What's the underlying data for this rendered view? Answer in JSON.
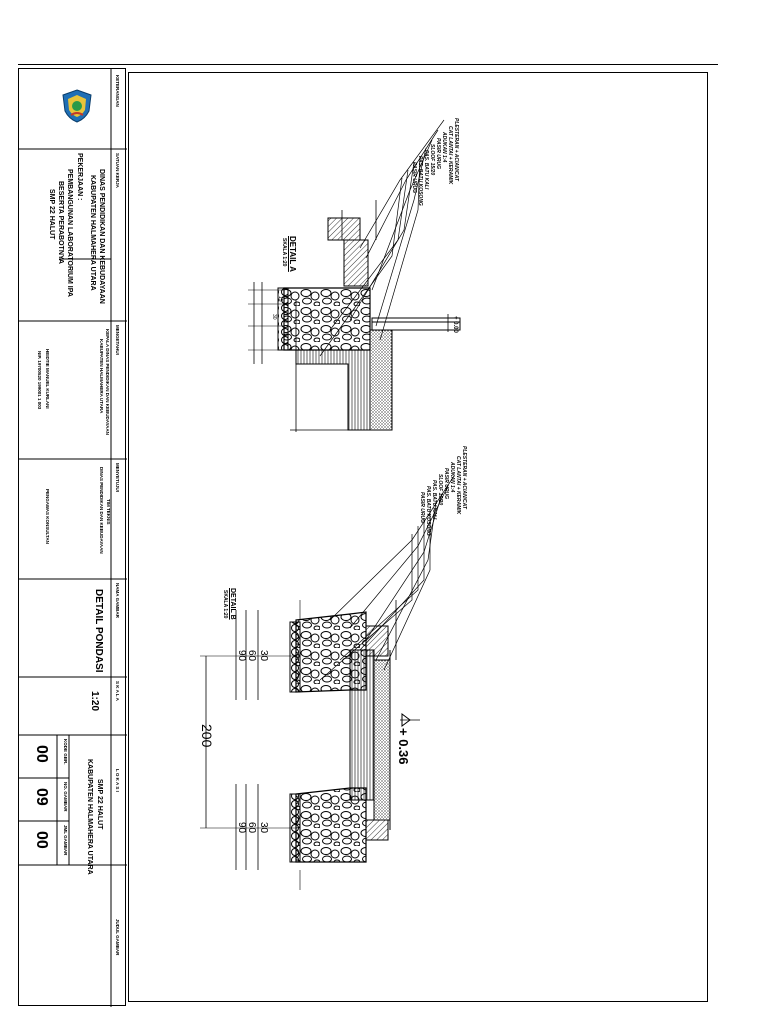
{
  "title_block": {
    "keterangan_label": "KETERANGAN",
    "satuan_kerja_label": "SATUAN KERJA",
    "satuan_kerja_line1": "DINAS PENDIDIKAN DAN KEBUDAYAAN",
    "satuan_kerja_line2": "KABUPATEN HALMAHERA UTARA",
    "pekerjaan_label": "PEKERJAAN :",
    "pekerjaan_line1": "PEMBANGUNAN LABORATORIUM IPA",
    "pekerjaan_line2": "BESERTA PERABOTNYA",
    "pekerjaan_line3": "SMP 22 HALUT",
    "mengetahui_label": "MENGETAHUI",
    "mengetahui_line1": "KEPALA DINAS PENDIDIKAN DAN KEBUDAYAAN",
    "mengetahui_line2": "KABUPATEN HALMAHERA UTARA",
    "mengetahui_name": "HEIDTIE MANUEL KURLANI",
    "mengetahui_nip": "NIP. 19700520 199001 1 003",
    "menyetujui_label": "MENYETUJUI",
    "menyetujui_line1": "TIM TEKNIS",
    "menyetujui_line2": "DINAS PENDIDIKAN DAN KEBUDAYAAN",
    "menyetujui_name": "PENGAWAS KONSULTAN",
    "nama_gambar_label": "NAMA GAMBAR",
    "nama_gambar_value": "DETAIL PONDASI",
    "skala_label": "S K A L A",
    "skala_value": "1:20",
    "lokasi_label": "L O K A S I",
    "lokasi_line1": "SMP 22 HALUT",
    "lokasi_line2": "KABUPATEN HALMAHERA UTARA",
    "kode_label": "KODE GBR.",
    "nomor_label": "NO. GAMBAR",
    "jumlah_label": "JML GAMBAR",
    "kode_value": "00",
    "nomor_value": "09",
    "jumlah_value": "00",
    "judul_gambar_label": "JUDUL GAMBAR"
  },
  "drawing": {
    "detail_a_title": "DETAIL A",
    "detail_a_scale": "SKALA 1:20",
    "detail_b_title": "DETAIL B",
    "detail_b_scale": "SKALA 1:20",
    "level_a": "+ 0.00",
    "level_b": "+ 0.36",
    "dim_200": "200",
    "dim_90": "90",
    "dim_60": "60",
    "dim_30": "30",
    "dim_15": "15",
    "callouts_a": [
      "PLESTERAN + ACIAN/CAT",
      "CAT LANTAI + KERAMIK",
      "ADUKAN 1:4",
      "PASIR URUG",
      "SLOOF 15/20",
      "PAS. BATU KALI",
      "PAS. BATU KOSONG",
      "PASIR URUG"
    ],
    "callouts_b": [
      "PLESTERAN + ACIAN/CAT",
      "CAT LANTAI + KERAMIK",
      "ADUKAN 1:4",
      "PASIR URUG",
      "SLOOF 15/20",
      "PAS. BATU KALI",
      "PAS. BATU KOSONG",
      "PASIR URUG"
    ]
  }
}
